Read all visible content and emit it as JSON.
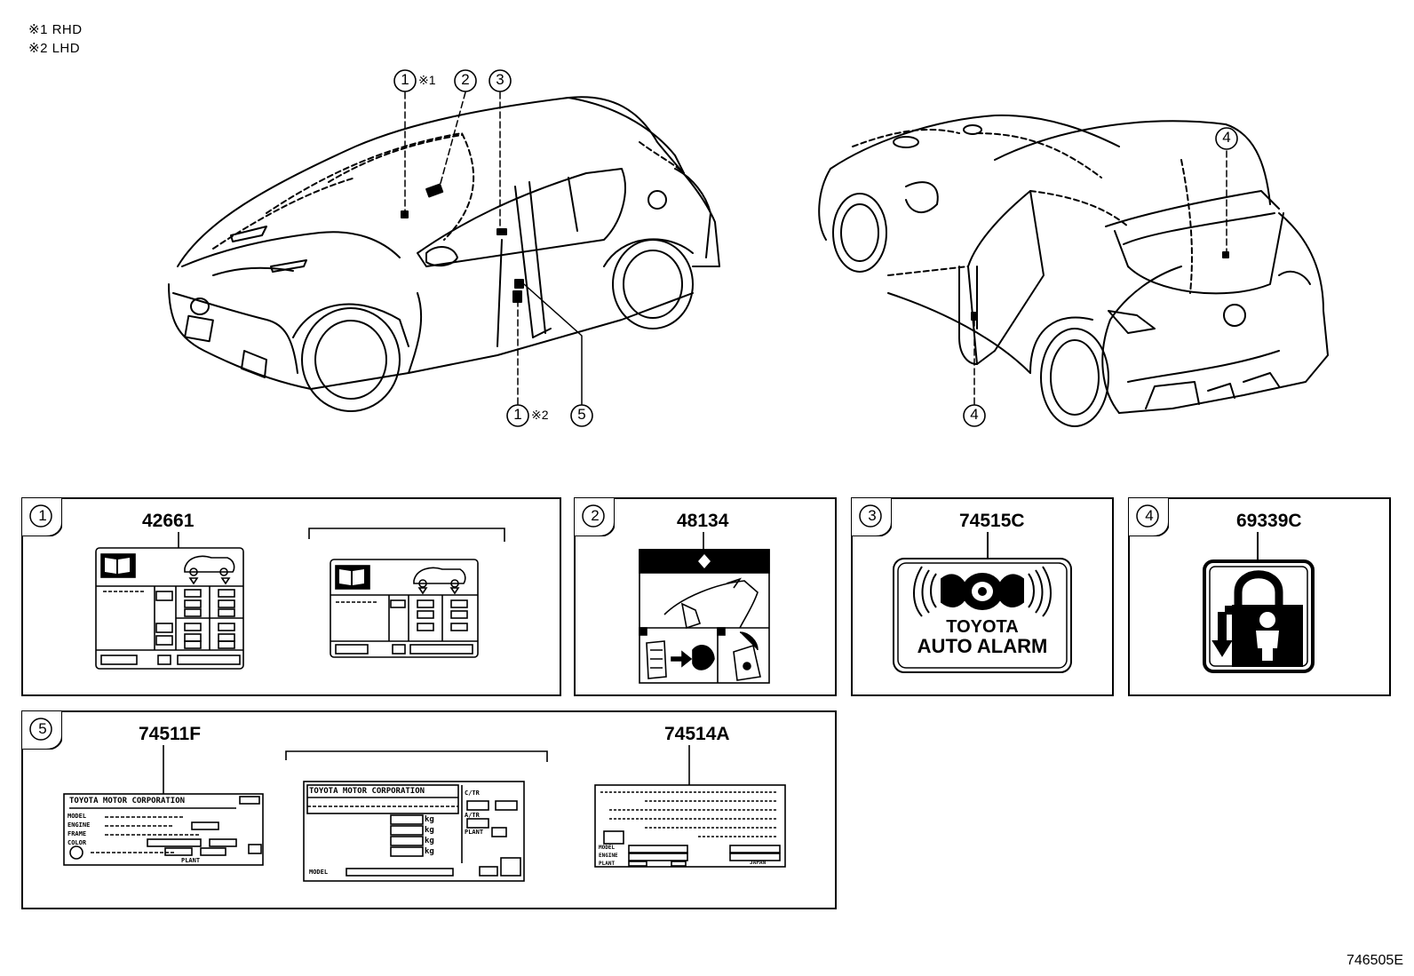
{
  "legend": [
    {
      "mark": "※1",
      "text": "RHD"
    },
    {
      "mark": "※2",
      "text": "LHD"
    }
  ],
  "callouts": {
    "c1_top": "1",
    "c1_top_note": "※1",
    "c2": "2",
    "c3": "3",
    "c1_bottom": "1",
    "c1_bottom_note": "※2",
    "c5": "5",
    "c4_top": "4",
    "c4_bottom": "4"
  },
  "panels": [
    {
      "index": "1",
      "part_number": "42661"
    },
    {
      "index": "2",
      "part_number": "48134"
    },
    {
      "index": "3",
      "part_number": "74515C",
      "label_lines": [
        "TOYOTA",
        "AUTO ALARM"
      ]
    },
    {
      "index": "4",
      "part_number": "69339C"
    },
    {
      "index": "5",
      "part_number_a": "74511F",
      "part_number_b": "74514A",
      "plate_header": "TOYOTA MOTOR CORPORATION",
      "plate_rows": [
        "MODEL",
        "ENGINE",
        "FRAME",
        "COLOR",
        "PLANT"
      ],
      "plate_kg": [
        "kg",
        "kg",
        "kg",
        "kg"
      ],
      "plate2_rows": [
        "C/TR",
        "A/TR",
        "PLANT",
        "MODEL"
      ],
      "arabic_rows": [
        "MODEL",
        "ENGINE",
        "PLANT",
        "JAPAN"
      ]
    }
  ],
  "diagram_code": "746505E"
}
